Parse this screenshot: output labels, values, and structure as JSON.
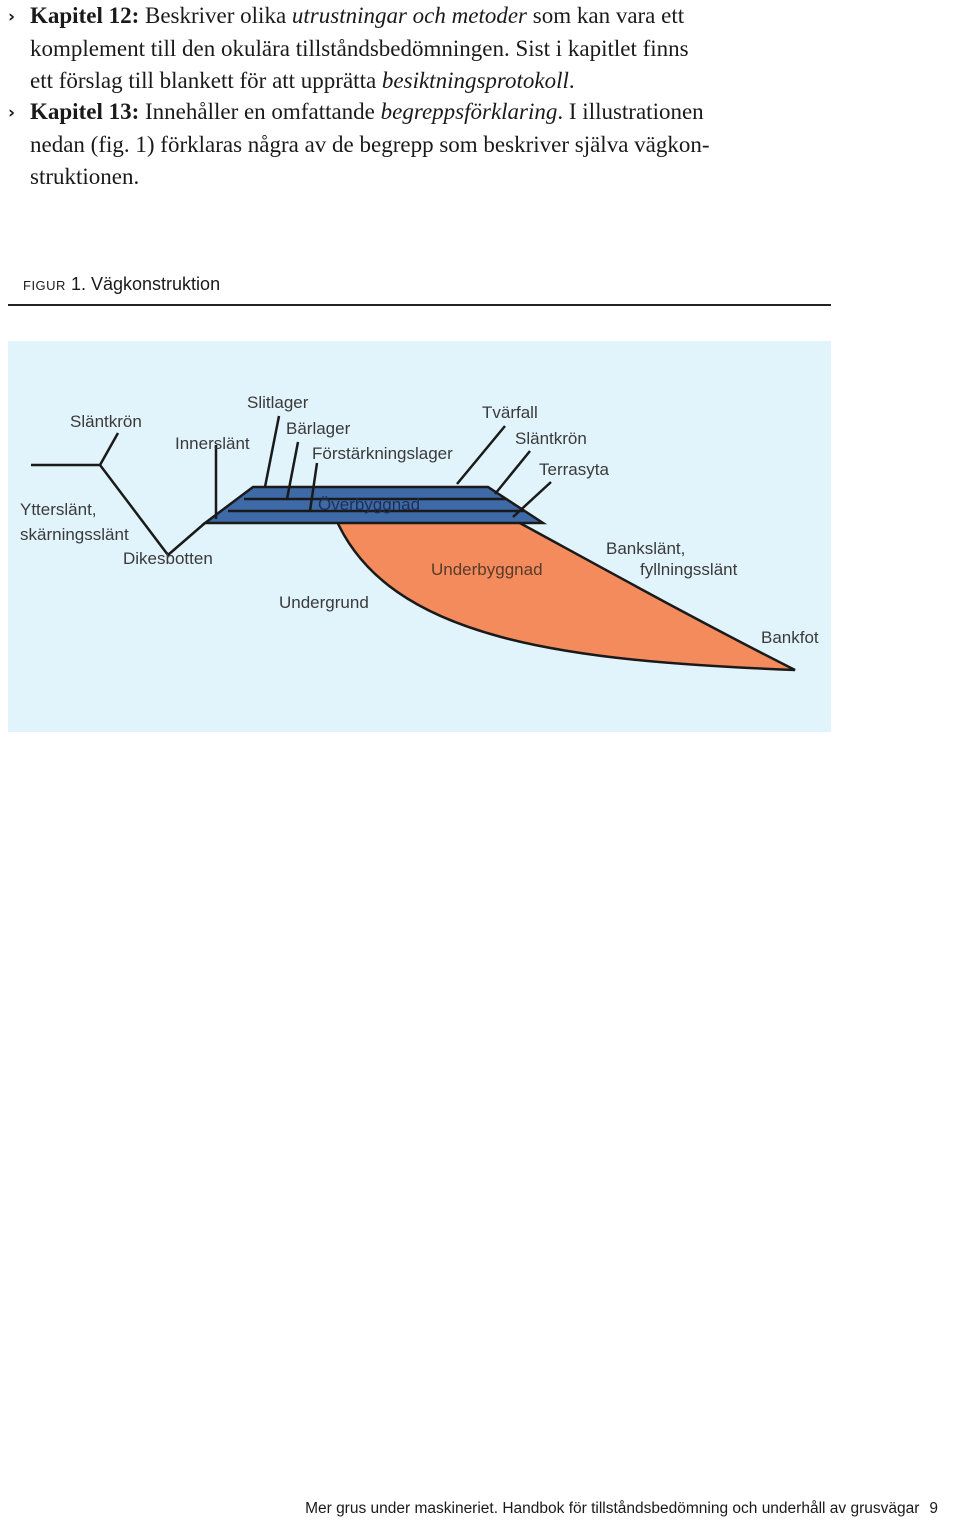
{
  "paragraphs": {
    "kap12": {
      "bullet": "›",
      "label": "Kapitel 12:",
      "t1": " Beskriver olika ",
      "i1": "utrustningar och metoder",
      "t2": " som kan vara ett",
      "t3": "komplement till den okulära tillståndsbedömningen. Sist i kapitlet finns",
      "t4": "ett förslag till blankett för att upprätta ",
      "i2": "besiktningsprotokoll",
      "t5": "."
    },
    "kap13": {
      "bullet": "›",
      "label": "Kapitel 13:",
      "t1": " Innehåller en omfattande ",
      "i1": "begreppsförklaring",
      "t2": ". I illustrationen",
      "t3": "nedan (fig. 1) förklaras några av de begrepp som beskriver själva vägkon-",
      "t4": "struktionen."
    }
  },
  "figure": {
    "caption_prefix": "figur",
    "caption_number": "1.",
    "caption_title": "Vägkonstruktion",
    "colors": {
      "background": "#e1f3fb",
      "road_layers": "#3e6aa8",
      "embankment": "#f38b5c",
      "lines": "#1a1a1a"
    },
    "labels": {
      "slantkron_left": "Släntkrön",
      "innerslant": "Innerslänt",
      "slitlager": "Slitlager",
      "barlager": "Bärlager",
      "forstarkningslager": "Förstärkningslager",
      "tvarfall": "Tvärfall",
      "slantkron_right": "Släntkrön",
      "terrasyta": "Terrasyta",
      "ytterslant_1": "Ytterslänt,",
      "ytterslant_2": "skärningsslänt",
      "dikesbotten": "Dikesbotten",
      "overbyggnad": "Överbyggnad",
      "underbyggnad": "Underbyggnad",
      "undergrund": "Undergrund",
      "bankslant_1": "Bankslänt,",
      "bankslant_2": "fyllningsslänt",
      "bankfot": "Bankfot"
    }
  },
  "footer": {
    "book_title": "Mer grus under maskineriet.",
    "subtitle": " Handbok för tillståndsbedömning och underhåll  av grusvägar",
    "page_number": "9"
  }
}
